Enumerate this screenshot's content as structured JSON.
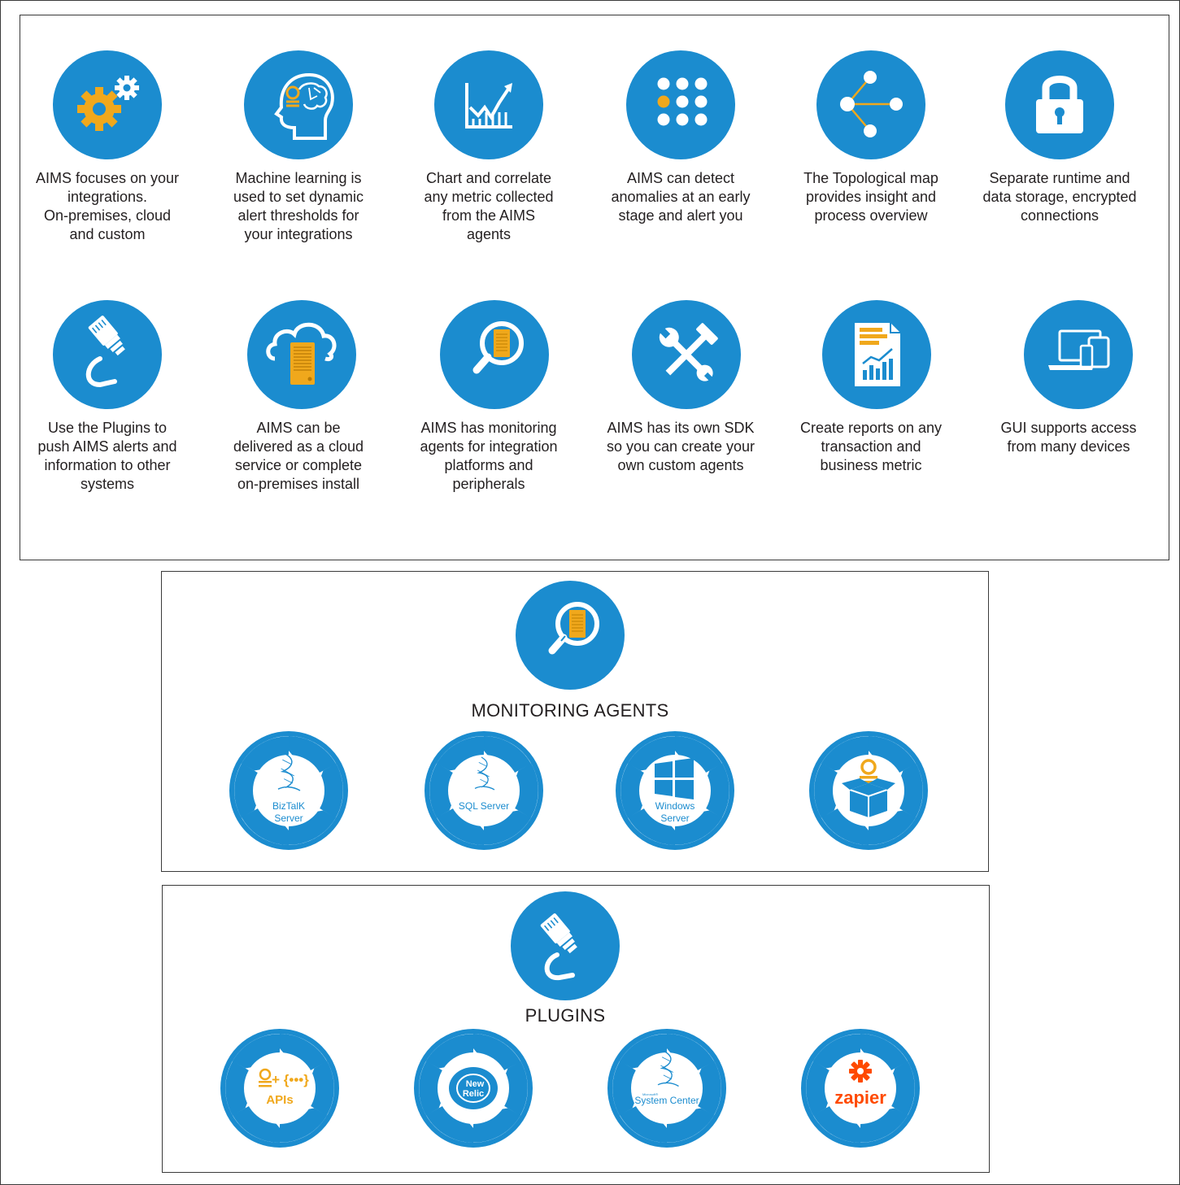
{
  "colors": {
    "blue": "#1b8ccf",
    "accent_orange": "#f0a81c",
    "white": "#ffffff",
    "text": "#231f20",
    "zapier": "#ff4a00"
  },
  "features": [
    {
      "icon": "gears-icon",
      "text_lines": [
        "AIMS focuses on your",
        "integrations.",
        "On-premises, cloud",
        "and custom"
      ]
    },
    {
      "icon": "brain-head-icon",
      "text_lines": [
        "Machine learning is",
        "used to set dynamic",
        "alert thresholds for",
        "your integrations"
      ]
    },
    {
      "icon": "trend-chart-icon",
      "text_lines": [
        "Chart and correlate",
        "any metric collected",
        "from the AIMS",
        "agents"
      ]
    },
    {
      "icon": "dot-grid-icon",
      "text_lines": [
        "AIMS can detect",
        "anomalies at an early",
        "stage and alert you"
      ]
    },
    {
      "icon": "topology-icon",
      "text_lines": [
        "The Topological map",
        "provides insight and",
        "process overview"
      ]
    },
    {
      "icon": "padlock-icon",
      "text_lines": [
        "Separate runtime and",
        "data storage, encrypted",
        "connections"
      ]
    },
    {
      "icon": "network-plug-icon",
      "text_lines": [
        "Use the Plugins to",
        "push AIMS alerts and",
        "information to other",
        "systems"
      ]
    },
    {
      "icon": "cloud-server-icon",
      "text_lines": [
        "AIMS can be",
        "delivered as a cloud",
        "service or complete",
        "on-premises install"
      ]
    },
    {
      "icon": "magnifier-server-icon",
      "text_lines": [
        "AIMS has monitoring",
        "agents for integration",
        "platforms and",
        "peripherals"
      ]
    },
    {
      "icon": "tools-icon",
      "text_lines": [
        "AIMS has its own SDK",
        "so you can create your",
        "own custom agents"
      ]
    },
    {
      "icon": "report-icon",
      "text_lines": [
        "Create reports on any",
        "transaction and",
        "business metric"
      ]
    },
    {
      "icon": "devices-icon",
      "text_lines": [
        "GUI supports access",
        "from many devices"
      ]
    }
  ],
  "monitoring_agents": {
    "title": "MONITORING AGENTS",
    "items": [
      {
        "icon": "biztalk-logo-icon",
        "label_lines": [
          "BizTalK",
          "Server"
        ]
      },
      {
        "icon": "sql-server-logo-icon",
        "label_lines": [
          "SQL Server"
        ]
      },
      {
        "icon": "windows-logo-icon",
        "label_lines": [
          "Windows",
          "Server"
        ]
      },
      {
        "icon": "custom-box-icon",
        "label_lines": []
      }
    ]
  },
  "plugins": {
    "title": "PLUGINS",
    "items": [
      {
        "icon": "apis-icon",
        "label_lines": [
          "APIs"
        ],
        "glyph": "+ {•••}"
      },
      {
        "icon": "new-relic-logo-icon",
        "label_lines": [
          "New",
          "Relic"
        ]
      },
      {
        "icon": "system-center-logo-icon",
        "label_lines": [
          "System Center"
        ],
        "small_label": "Microsoft®"
      },
      {
        "icon": "zapier-logo-icon",
        "label_lines": [
          "zapier"
        ]
      }
    ]
  }
}
